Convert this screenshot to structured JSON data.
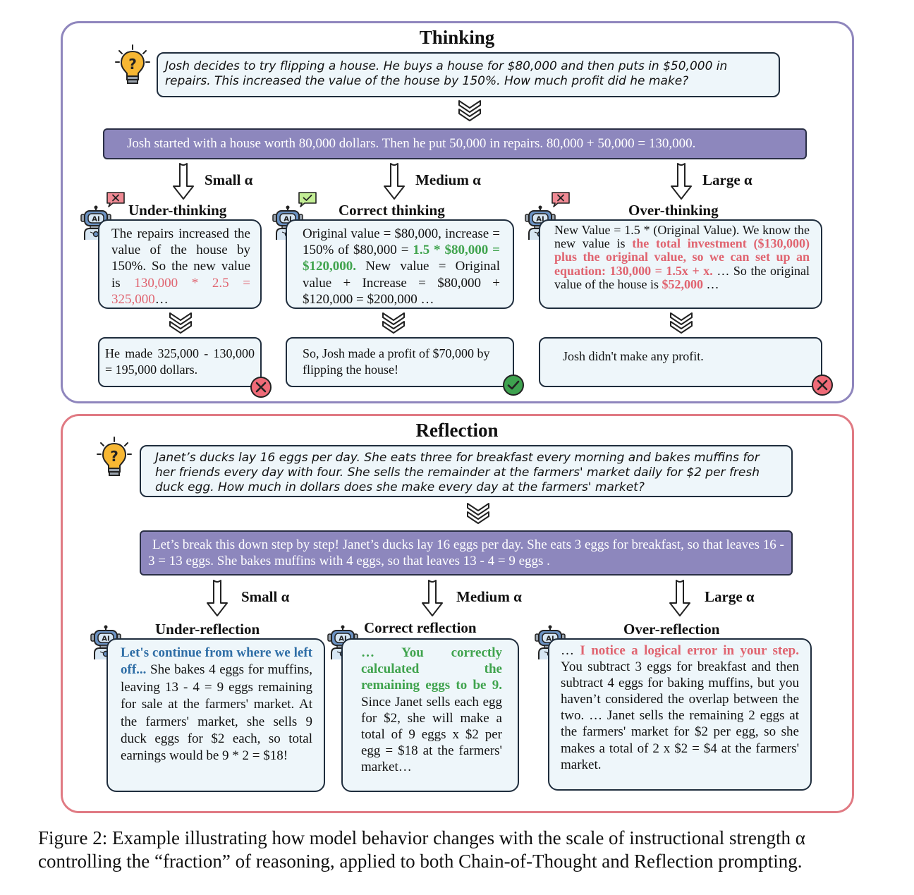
{
  "thinking": {
    "title": "Thinking",
    "question": "Josh decides to try flipping a house.  He buys a house for $80,000 and then puts in $50,000 in repairs.  This increased the value of the house by 150%.  How much profit did he make?",
    "shared_step": "Josh started with a house worth 80,000 dollars. Then he put 50,000 in repairs. 80,000 + 50,000 = 130,000.",
    "alpha_small": "Small α",
    "alpha_medium": "Medium α",
    "alpha_large": "Large α",
    "under": {
      "label": "Under-thinking",
      "text_a": "The repairs increased the value of the house by 150%. So the new value is ",
      "text_red": "130,000 * 2.5 = 325,000",
      "text_b": "…",
      "answer": "He made 325,000 - 130,000 = 195,000 dollars."
    },
    "correct": {
      "label": "Correct thinking",
      "text_a": "Original value = $80,000, increase = 150% of $80,000 = ",
      "text_green": "1.5 * $80,000 = $120,000.",
      "text_b": " New value = Original value + Increase = $80,000 + $120,000 = $200,000 …",
      "answer": "So, Josh made a profit of $70,000 by flipping the house!"
    },
    "over": {
      "label": "Over-thinking",
      "text_a": "New Value = 1.5 * (Original Value). We know the new value is ",
      "text_red": "the total investment ($130,000) plus the original value, so we can set up an equation: 130,000 = 1.5x + x.",
      "text_b": " … So the original value of the house is ",
      "text_red2": "$52,000",
      "text_c": "  …",
      "answer": "Josh didn't make any profit."
    }
  },
  "reflection": {
    "title": "Reflection",
    "question": "Janet’s ducks lay 16 eggs per day. She eats three for breakfast every morning and bakes muffins for her friends every day with four. She sells the remainder at the farmers' market daily for $2 per fresh duck egg. How much in dollars does she make every day at the farmers' market?",
    "shared_step": "Let’s break this down step by step! Janet’s ducks lay 16 eggs per day. She eats 3 eggs for breakfast, so that leaves 16 - 3 = 13 eggs. She bakes muffins with 4 eggs, so that leaves 13 - 4 = 9 eggs .",
    "alpha_small": "Small α",
    "alpha_medium": "Medium α",
    "alpha_large": "Large α",
    "under": {
      "label": "Under-reflection",
      "text_blue": "Let's continue from where we left off...",
      "text_b": " She bakes 4 eggs for muffins, leaving 13 - 4 = 9 eggs remaining for sale at the farmers' market. At the farmers' market, she sells 9 duck eggs for $2 each, so total earnings would be 9 * 2 = $18!"
    },
    "correct": {
      "label": "Correct reflection",
      "text_green": "… You correctly calculated the remaining eggs to be 9.",
      "text_b": " Since Janet sells each egg for $2, she will make a total of 9 eggs x $2 per egg = $18 at the farmers' market…"
    },
    "over": {
      "label": "Over-reflection",
      "text_a": "… ",
      "text_red": "I notice a logical error in your step.",
      "text_b": " You subtract 3 eggs for breakfast and then subtract 4 eggs for baking muffins, but you haven’t considered the overlap between the two. … Janet sells the remaining 2 eggs at the farmers' market for $2 per egg, so she makes a total of 2 x $2 = $4 at the farmers' market."
    }
  },
  "icons": {
    "robot_badge": "AI",
    "colors": {
      "thinking_border": "#8f86bd",
      "reflection_border": "#e07a83",
      "bar_fill": "#8d87bd",
      "box_fill": "#eef6fa",
      "wrong": "#e06470",
      "right": "#3fa34d",
      "blue_text": "#2f6ea6"
    }
  },
  "caption": "Figure 2: Example illustrating how model behavior changes with the scale of instructional strength α controlling the “fraction” of reasoning, applied to both Chain-of-Thought and Reflection prompting."
}
